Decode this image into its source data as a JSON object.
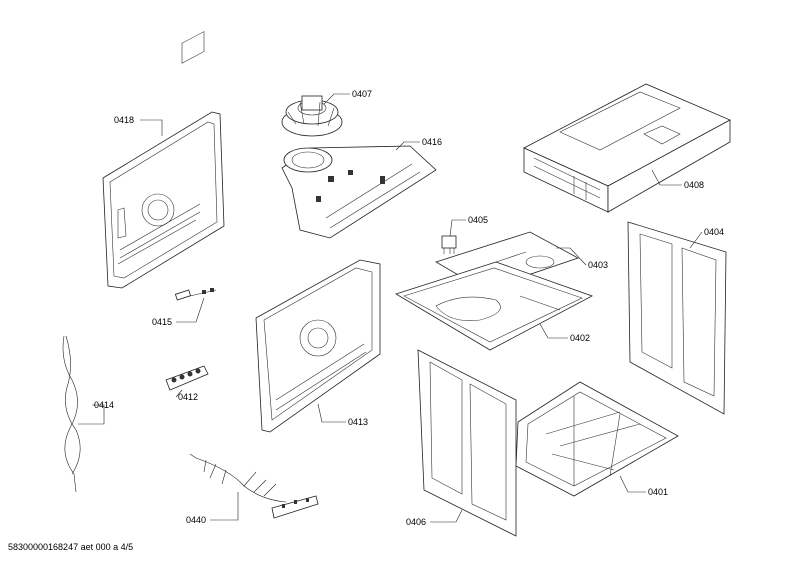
{
  "diagram": {
    "labels": [
      "0418",
      "0407",
      "0416",
      "0408",
      "0405",
      "0403",
      "0404",
      "0402",
      "0415",
      "0413",
      "0412",
      "0414",
      "0401",
      "0440",
      "0406"
    ]
  },
  "footer": {
    "text": "58300000168247 aet 000 a 4/5"
  }
}
